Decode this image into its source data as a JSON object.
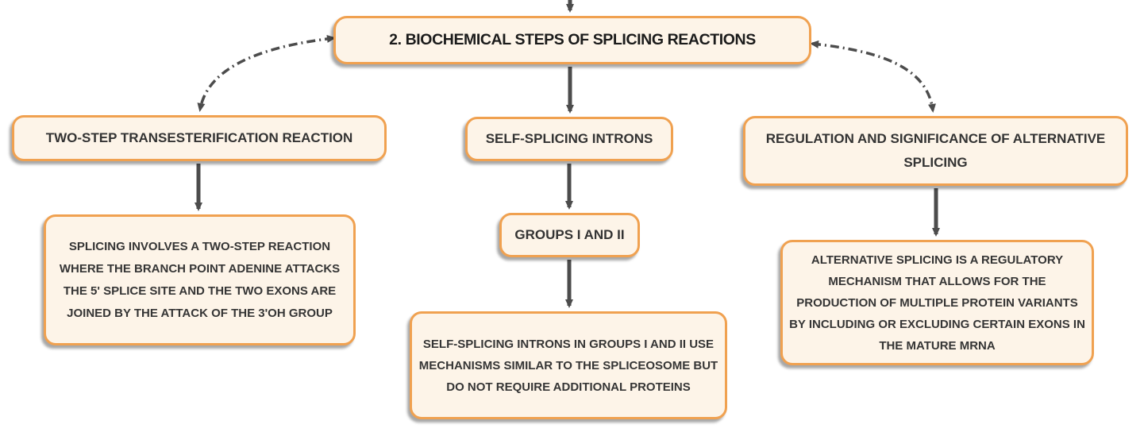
{
  "diagram": {
    "type": "mind-map",
    "root": {
      "label": "2. BIOCHEMICAL STEPS OF SPLICING REACTIONS"
    },
    "branches": [
      {
        "label": "TWO-STEP TRANSESTERIFICATION REACTION",
        "children": [
          {
            "label": "SPLICING INVOLVES A TWO-STEP REACTION WHERE THE BRANCH POINT ADENINE ATTACKS THE 5' SPLICE SITE AND THE TWO EXONS ARE JOINED BY THE ATTACK OF THE 3'OH GROUP"
          }
        ]
      },
      {
        "label": "SELF-SPLICING INTRONS",
        "children": [
          {
            "label": "GROUPS I AND II",
            "children": [
              {
                "label": "SELF-SPLICING INTRONS IN GROUPS I AND II USE MECHANISMS SIMILAR TO THE SPLICEOSOME BUT DO NOT REQUIRE ADDITIONAL PROTEINS"
              }
            ]
          }
        ]
      },
      {
        "label": "REGULATION AND SIGNIFICANCE OF ALTERNATIVE SPLICING",
        "children": [
          {
            "label": "ALTERNATIVE SPLICING IS A REGULATORY MECHANISM THAT ALLOWS FOR THE PRODUCTION OF MULTIPLE PROTEIN VARIANTS BY INCLUDING OR EXCLUDING CERTAIN EXONS IN THE MATURE MRNA"
          }
        ]
      }
    ],
    "colors": {
      "node_fill": "#FDF4E8",
      "node_border": "#F0A150",
      "root_text": "#1B1B1B",
      "node_text": "#333333",
      "connector": "#4C4C4C",
      "background": "#FFFFFF"
    }
  }
}
